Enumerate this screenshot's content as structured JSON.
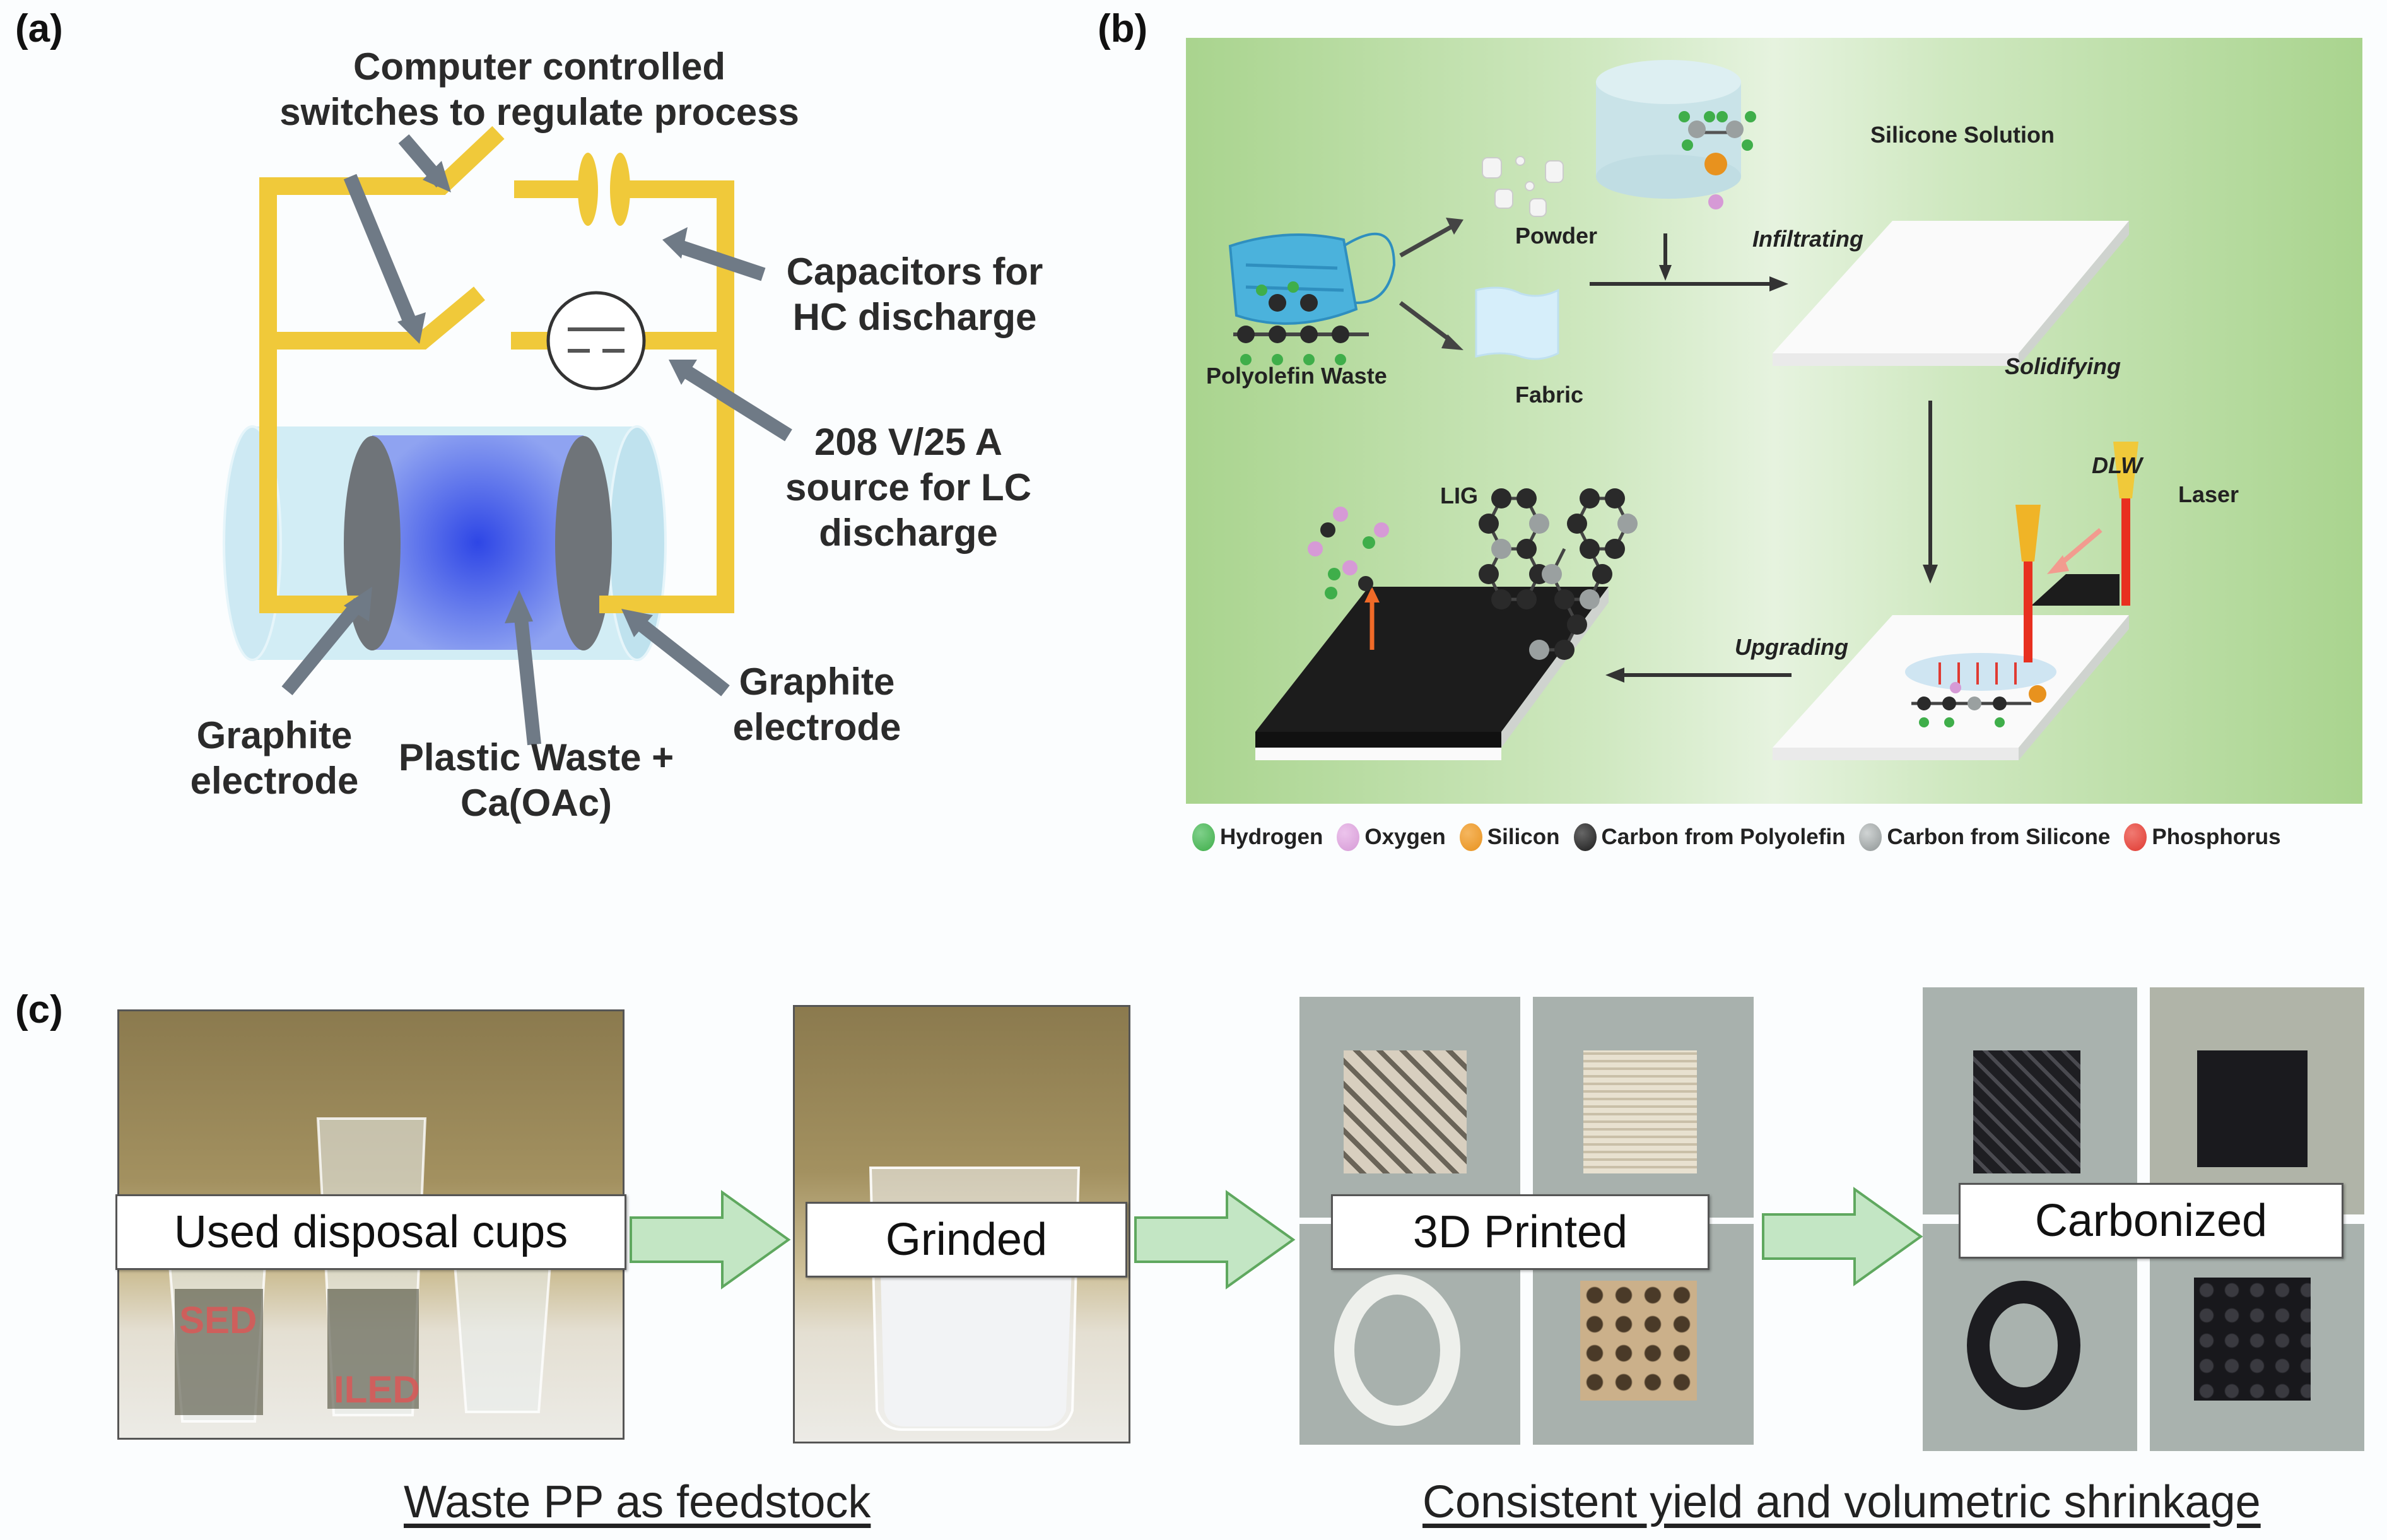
{
  "panels": {
    "a": {
      "label": "(a)",
      "title_lines": [
        "Computer controlled",
        "switches to regulate process"
      ],
      "capacitors_lines": [
        "Capacitors for",
        "HC discharge"
      ],
      "source_lines": [
        "208 V/25 A",
        "source for LC",
        "discharge"
      ],
      "left_electrode_lines": [
        "Graphite",
        "electrode"
      ],
      "right_electrode_lines": [
        "Graphite",
        "electrode"
      ],
      "center_lines": [
        "Plastic Waste +",
        "Ca(OAc)"
      ],
      "colors": {
        "wire": "#f0c93a",
        "electrode": "#6f7479",
        "plasma": "#3c55e0",
        "tube": "#bfe2ee",
        "arrow": "#6f7a86"
      }
    },
    "b": {
      "label": "(b)",
      "labels": {
        "polyolefin_waste": "Polyolefin Waste",
        "powder": "Powder",
        "fabric": "Fabric",
        "silicone_solution": "Silicone Solution",
        "infiltrating": "Infiltrating",
        "solidifying": "Solidifying",
        "dlw": "DLW",
        "laser": "Laser",
        "lig": "LIG",
        "upgrading": "Upgrading"
      },
      "legend": [
        {
          "label": "Hydrogen",
          "color": "#3fae4a"
        },
        {
          "label": "Oxygen",
          "color": "#d69ad6"
        },
        {
          "label": "Silicon",
          "color": "#e8921e"
        },
        {
          "label": "Carbon from Polyolefin",
          "color": "#2a2a2a"
        },
        {
          "label": "Carbon from Silicone",
          "color": "#9aa0a0"
        },
        {
          "label": "Phosphorus",
          "color": "#e03a32"
        }
      ]
    },
    "c": {
      "label": "(c)",
      "steps": [
        "Used disposal cups",
        "Grinded",
        "3D Printed",
        "Carbonized"
      ],
      "captions": [
        "Waste PP as feedstock",
        "Consistent yield and volumetric shrinkage"
      ],
      "colors": {
        "arrow_fill": "#c3e6c4",
        "arrow_stroke": "#5fa85f"
      }
    }
  }
}
